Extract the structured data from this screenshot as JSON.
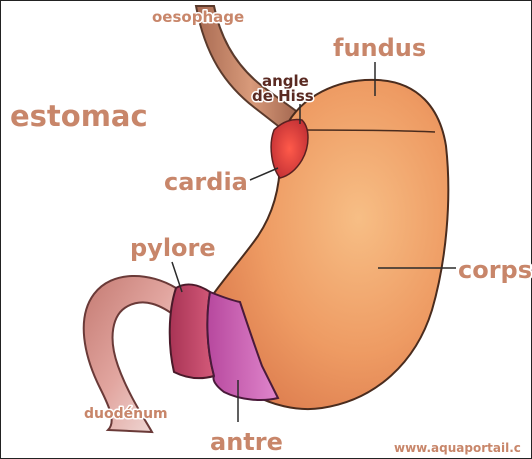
{
  "labels": {
    "title": "estomac",
    "oesophage": "oesophage",
    "angle_line1": "angle",
    "angle_line2": "de Hiss",
    "fundus": "fundus",
    "cardia": "cardia",
    "corps": "corps",
    "pylore": "pylore",
    "duodenum": "duodénum",
    "antre": "antre",
    "watermark": "www.aquaportail.c"
  },
  "colors": {
    "label_fill": "#c8866a",
    "label_stroke": "#ffffff",
    "leader": "#2a2a2a",
    "stomach": "#f0a36c",
    "cardia": "#d8403e",
    "pylore": "#c84468",
    "antre": "#cc66b8",
    "esophagus": "#c98a6a",
    "duodenum": "#cf8a86"
  }
}
